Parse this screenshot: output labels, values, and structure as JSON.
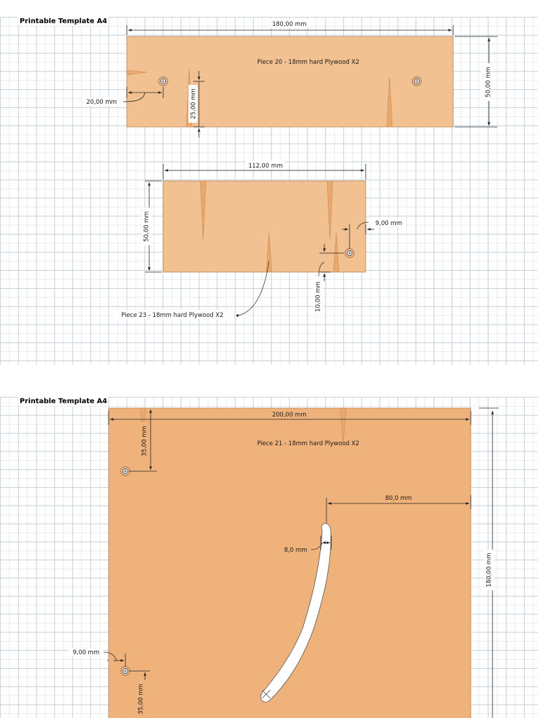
{
  "sheets": [
    {
      "title": "Printable Template A4",
      "pieces": [
        {
          "label": "Piece 20 - 18mm hard Plywood X2",
          "dimensions": {
            "width": "180,00 mm",
            "height": "50,00 mm",
            "hole_offset_x": "20,00 mm",
            "hole_offset_y": "25,00 mm"
          }
        },
        {
          "label": "Piece 23 - 18mm hard Plywood X2",
          "dimensions": {
            "width": "112,00 mm",
            "height": "50,00 mm",
            "hole_offset_x": "9,00 mm",
            "hole_offset_y": "10,00 mm"
          }
        }
      ]
    },
    {
      "title": "Printable Template A4",
      "pieces": [
        {
          "label": "Piece 21 - 18mm hard Plywood X2",
          "dimensions": {
            "width": "200,00 mm",
            "height": "180,00 mm",
            "top_hole_offset": "35,00 mm",
            "bottom_hole_offset_y": "35,00 mm",
            "bottom_hole_offset_x": "9,00 mm",
            "slot_offset": "80,0 mm",
            "slot_width": "8,0 mm"
          }
        }
      ]
    }
  ],
  "colors": {
    "wood": "#f2c191",
    "wood_dark": "#f0b27b",
    "wood_edge": "#b98253",
    "grid": "#c9d3dc"
  }
}
